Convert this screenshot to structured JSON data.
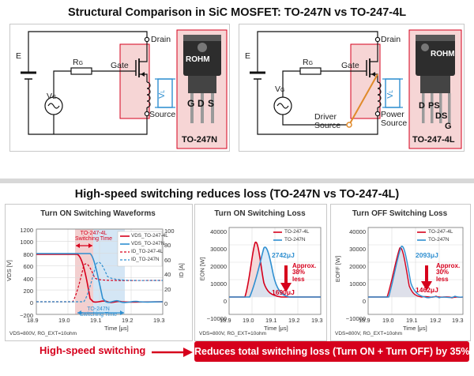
{
  "titles": {
    "structural": "Structural Comparison in SiC MOSFET: TO-247N vs TO-247-4L",
    "switching": "High-speed switching reduces loss (TO-247N vs TO-247-4L)"
  },
  "left_circuit": {
    "drain": "Drain",
    "gate": "Gate",
    "source": "Source",
    "e": "E",
    "vg": "V",
    "vg_sub": "G",
    "rg": "R",
    "rg_sub": "G",
    "vl": "V",
    "vl_sub": "L",
    "package_name": "TO-247N",
    "brand": "ROHM",
    "pins": [
      "G",
      "D",
      "S"
    ]
  },
  "right_circuit": {
    "drain": "Drain",
    "gate": "Gate",
    "driver_source": "Driver\nSource",
    "power_source": "Power\nSource",
    "e": "E",
    "vg": "V",
    "vg_sub": "G",
    "rg": "R",
    "rg_sub": "G",
    "vl": "V",
    "vl_sub": "L",
    "package_name": "TO-247-4L",
    "brand": "ROHM",
    "pins": [
      "D",
      "PS",
      "DS",
      "G"
    ]
  },
  "colors": {
    "accent": "#d6001c",
    "blue": "#2f8fd0",
    "panel_fill": "#f6d5d5",
    "lightblue": "#cfe4f5"
  },
  "charts": {
    "waveforms": {
      "title": "Turn ON Switching Waveforms",
      "ylabel_left": "VDS [V]",
      "ylabel_right": "ID [A]",
      "xlabel": "Time [μs]",
      "yticks_left": [
        "1200",
        "1000",
        "800",
        "600",
        "400",
        "200",
        "0",
        "−200"
      ],
      "yticks_right": [
        "100",
        "80",
        "60",
        "40",
        "20",
        "0"
      ],
      "xticks": [
        "18.9",
        "19.0",
        "19.1",
        "19.2",
        "19.3"
      ],
      "legend": [
        "VDS_TO-247-4L",
        "VDS_TO-247N",
        "ID_TO-247-4L",
        "ID_TO-247N"
      ],
      "annot_4l": "TO-247-4L\nSwitching Time",
      "annot_n": "TO-247N\nSwitching Time",
      "condition": "VDS=800V, RG_EXT=10ohm"
    },
    "turn_on": {
      "title": "Turn ON Switching Loss",
      "ylabel": "EON [W]",
      "xlabel": "Time [μs]",
      "yticks": [
        "40000",
        "30000",
        "20000",
        "10000",
        "0",
        "−10000"
      ],
      "xticks": [
        "18.9",
        "19.0",
        "19.1",
        "19.2",
        "19.3"
      ],
      "legend": [
        "TO-247-4L",
        "TO-247N"
      ],
      "value_n": "2742μJ",
      "value_4l": "1690μJ",
      "reduction": "Approx.\n38%\nless",
      "condition": "VDS=800V, RG_EXT=10ohm"
    },
    "turn_off": {
      "title": "Turn OFF Switching Loss",
      "ylabel": "EOFF [W]",
      "xlabel": "Time [μs]",
      "yticks": [
        "40000",
        "30000",
        "20000",
        "10000",
        "0",
        "−10000"
      ],
      "xticks": [
        "18.9",
        "19.0",
        "19.1",
        "19.2",
        "19.3"
      ],
      "legend": [
        "TO-247-4L",
        "TO-247N"
      ],
      "value_n": "2093μJ",
      "value_4l": "1462μJ",
      "reduction": "Approx.\n30%\nless",
      "condition": "VDS=800V, RG_EXT=10ohm"
    }
  },
  "bottom": {
    "left_label": "High-speed switching",
    "right_label": "Reduces total switching loss (Turn ON + Turn OFF) by 35%"
  }
}
